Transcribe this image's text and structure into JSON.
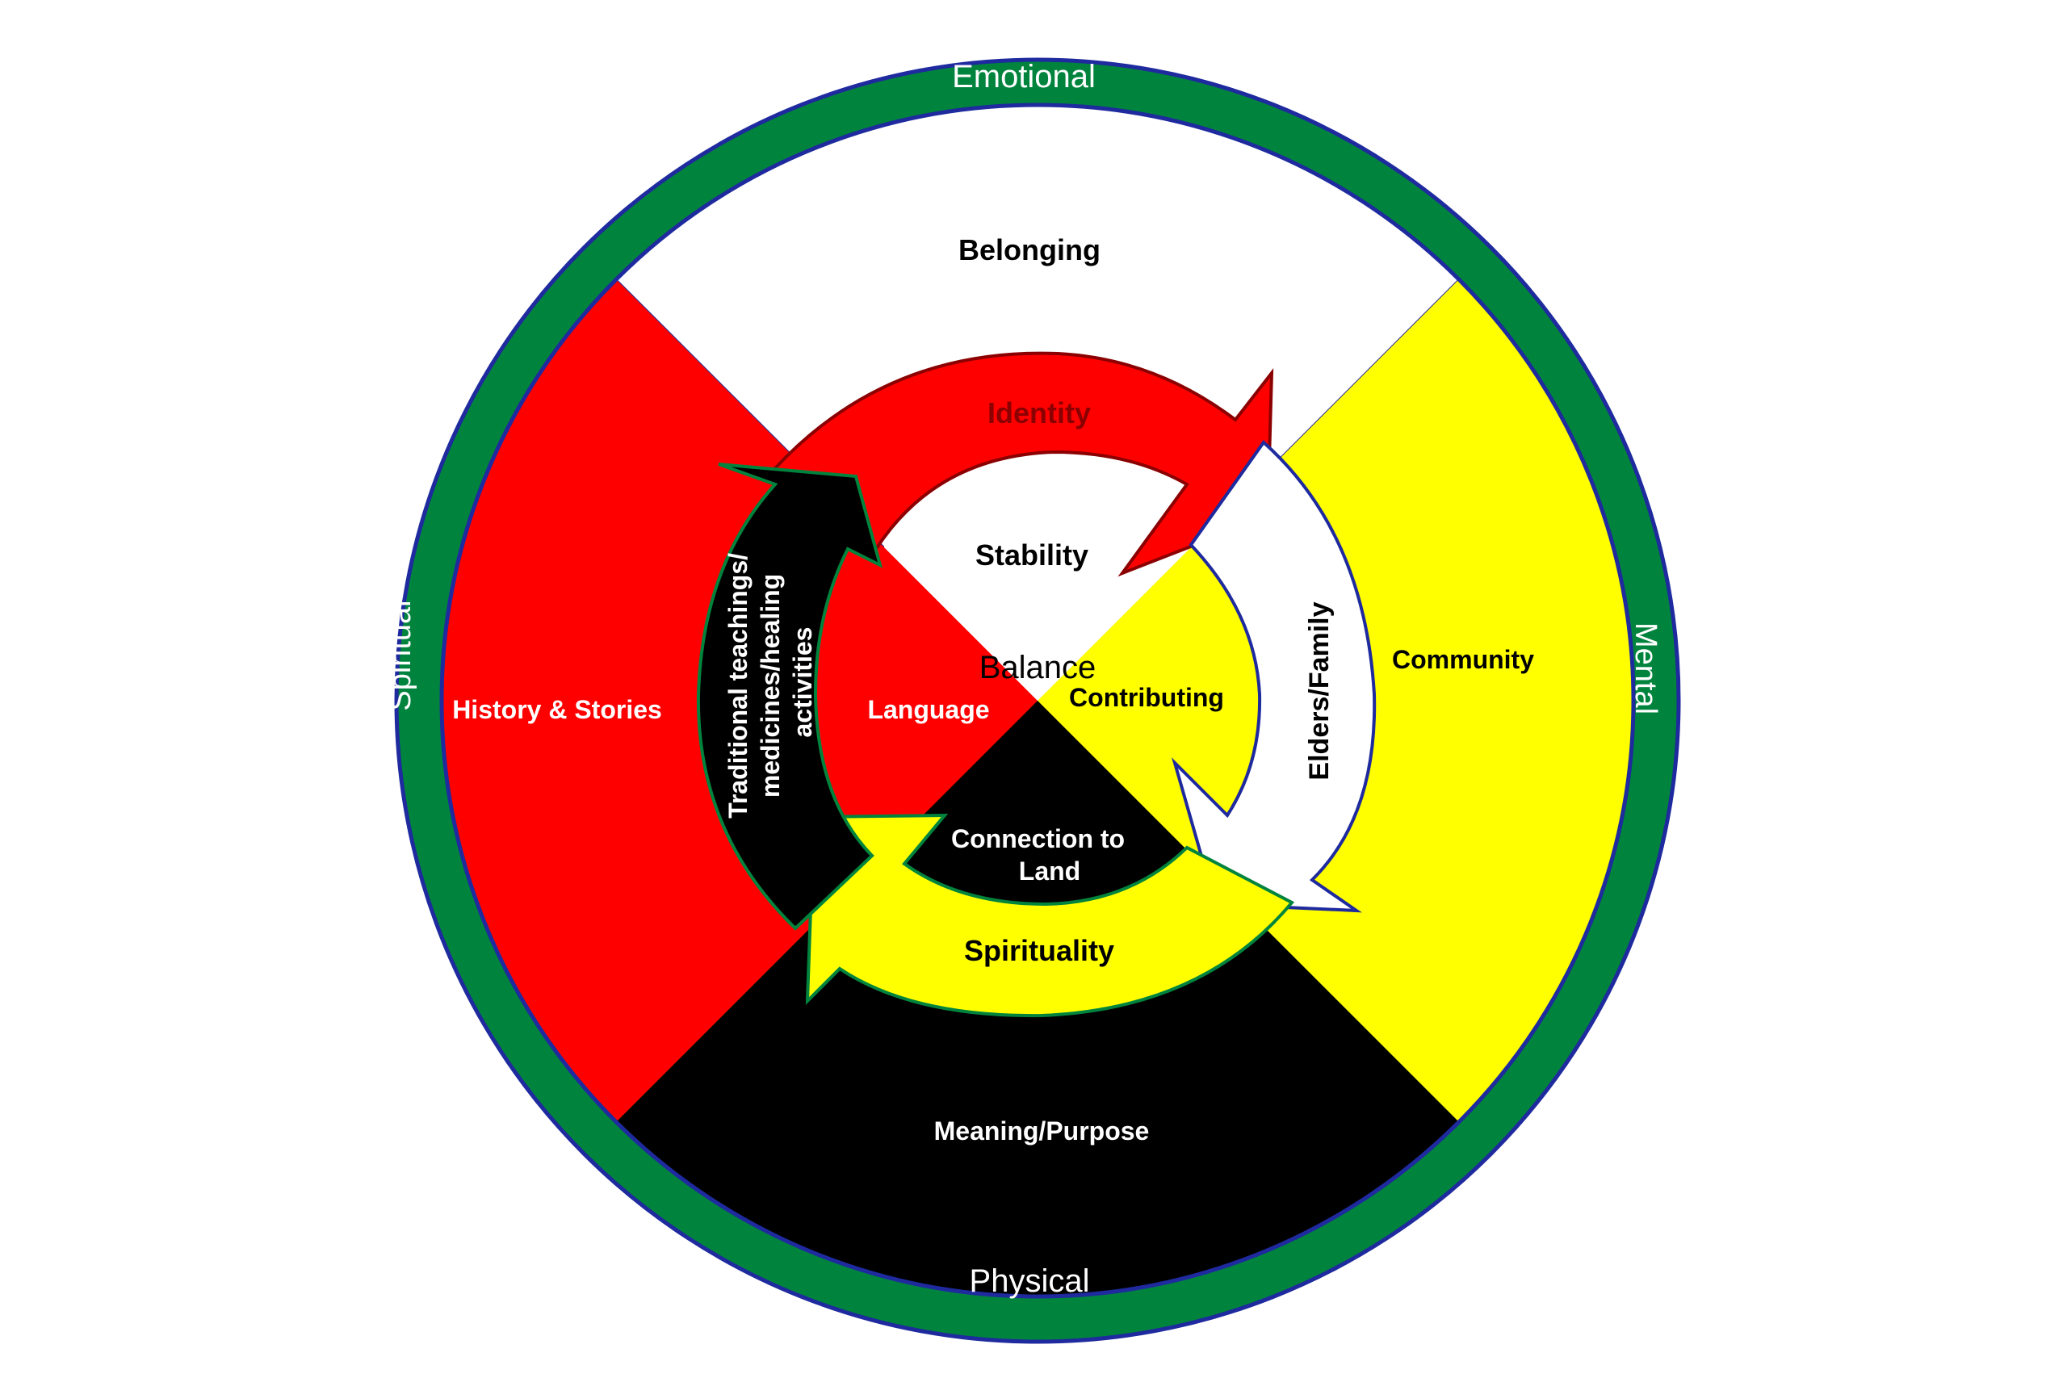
{
  "outer_ring": {
    "top": "Emotional",
    "bottom": "Physical",
    "left": "Spiritual",
    "right": "Mental",
    "color": "#00843D",
    "border_color": "#1E2A9E"
  },
  "quadrants": {
    "top": "Belonging",
    "right": "Community",
    "bottom": "Meaning/Purpose",
    "left": "History & Stories"
  },
  "arrows": {
    "top": "Identity",
    "right": "Elders/Family",
    "bottom": "Spirituality",
    "left": "Traditional teachings/ medicines/healing activities"
  },
  "inner": {
    "top": "Stability",
    "right": "Contributing",
    "bottom": "Connection to Land",
    "left": "Language",
    "center": "Balance"
  },
  "colors": {
    "red": "#FF0000",
    "yellow": "#FFFF00",
    "black": "#000000",
    "white": "#FFFFFF",
    "green": "#00843D"
  }
}
